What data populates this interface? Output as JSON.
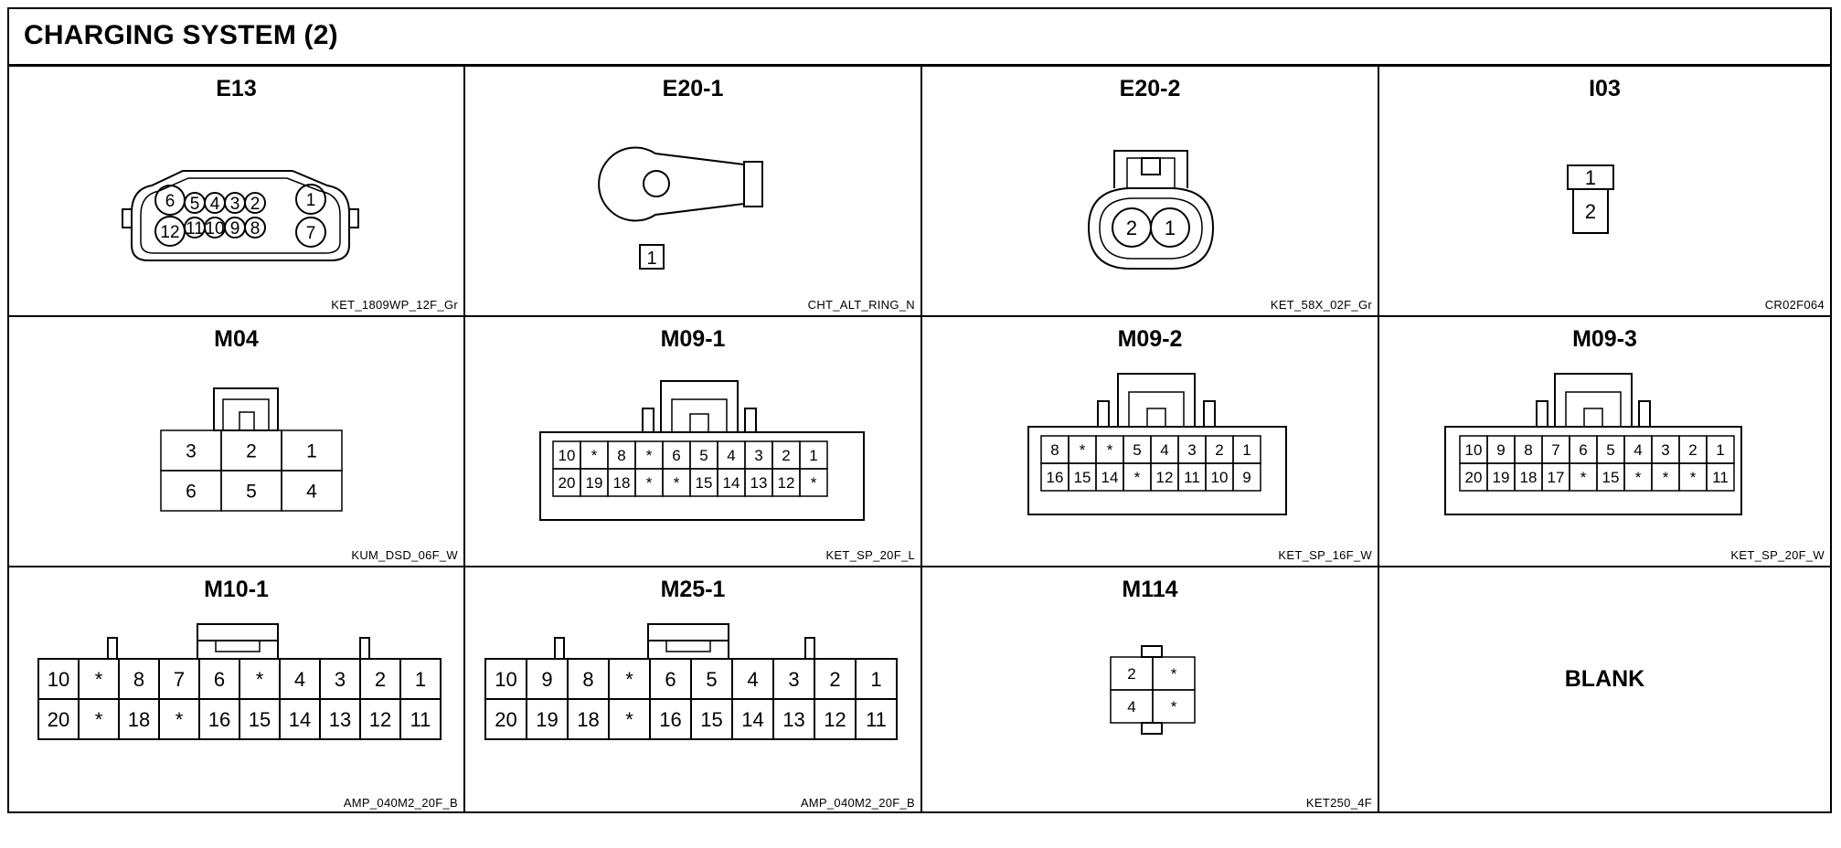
{
  "page": {
    "title": "CHARGING SYSTEM (2)"
  },
  "connectors": [
    {
      "id": "E13",
      "part": "KET_1809WP_12F_Gr",
      "top_pins": [
        "6",
        "5",
        "4",
        "3",
        "2",
        "1"
      ],
      "bottom_pins": [
        "12",
        "11",
        "10",
        "9",
        "8",
        "7"
      ]
    },
    {
      "id": "E20-1",
      "part": "CHT_ALT_RING_N",
      "pins": [
        "1"
      ]
    },
    {
      "id": "E20-2",
      "part": "KET_58X_02F_Gr",
      "pins": [
        "2",
        "1"
      ]
    },
    {
      "id": "I03",
      "part": "CR02F064",
      "pins": [
        "1",
        "2"
      ]
    },
    {
      "id": "M04",
      "part": "KUM_DSD_06F_W",
      "rows": [
        [
          "3",
          "2",
          "1"
        ],
        [
          "6",
          "5",
          "4"
        ]
      ]
    },
    {
      "id": "M09-1",
      "part": "KET_SP_20F_L",
      "rows": [
        [
          "10",
          "*",
          "8",
          "*",
          "6",
          "5",
          "4",
          "3",
          "2",
          "1"
        ],
        [
          "20",
          "19",
          "18",
          "*",
          "*",
          "15",
          "14",
          "13",
          "12",
          "*"
        ]
      ]
    },
    {
      "id": "M09-2",
      "part": "KET_SP_16F_W",
      "rows": [
        [
          "8",
          "*",
          "*",
          "5",
          "4",
          "3",
          "2",
          "1"
        ],
        [
          "16",
          "15",
          "14",
          "*",
          "12",
          "11",
          "10",
          "9"
        ]
      ]
    },
    {
      "id": "M09-3",
      "part": "KET_SP_20F_W",
      "rows": [
        [
          "10",
          "9",
          "8",
          "7",
          "6",
          "5",
          "4",
          "3",
          "2",
          "1"
        ],
        [
          "20",
          "19",
          "18",
          "17",
          "*",
          "15",
          "*",
          "*",
          "*",
          "11"
        ]
      ]
    },
    {
      "id": "M10-1",
      "part": "AMP_040M2_20F_B",
      "rows": [
        [
          "10",
          "*",
          "8",
          "7",
          "6",
          "*",
          "4",
          "3",
          "2",
          "1"
        ],
        [
          "20",
          "*",
          "18",
          "*",
          "16",
          "15",
          "14",
          "13",
          "12",
          "11"
        ]
      ]
    },
    {
      "id": "M25-1",
      "part": "AMP_040M2_20F_B",
      "rows": [
        [
          "10",
          "9",
          "8",
          "*",
          "6",
          "5",
          "4",
          "3",
          "2",
          "1"
        ],
        [
          "20",
          "19",
          "18",
          "*",
          "16",
          "15",
          "14",
          "13",
          "12",
          "11"
        ]
      ]
    },
    {
      "id": "M114",
      "part": "KET250_4F",
      "rows": [
        [
          "2",
          "*"
        ],
        [
          "4",
          "*"
        ]
      ]
    },
    {
      "id": "BLANK",
      "label": "BLANK"
    }
  ]
}
